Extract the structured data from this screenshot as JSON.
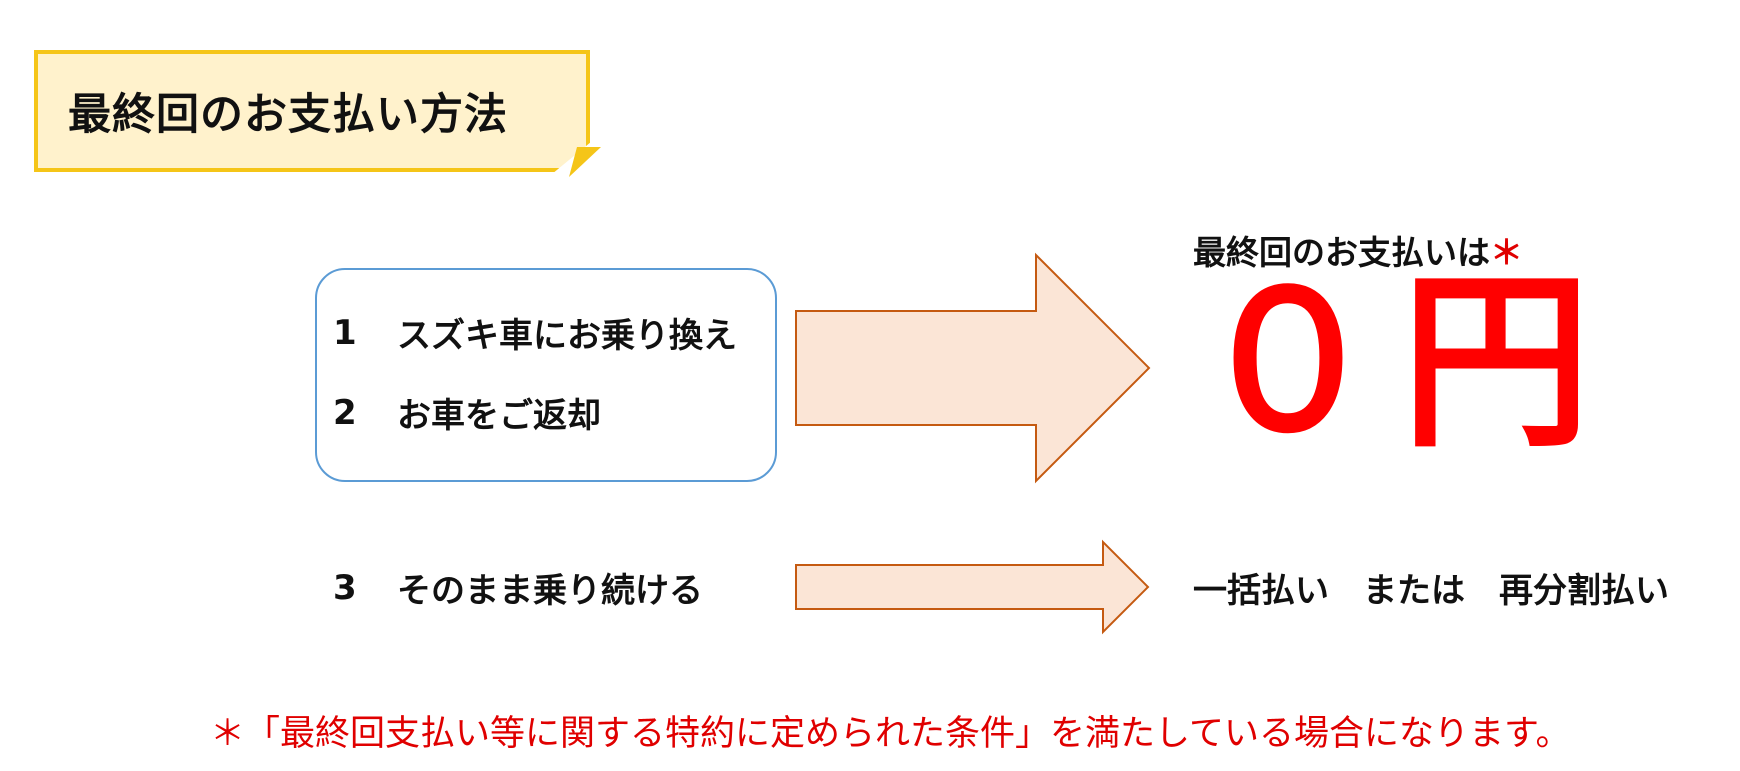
{
  "title": "最終回のお支払い方法",
  "options": [
    {
      "number": "1",
      "label": "スズキ車にお乗り換え"
    },
    {
      "number": "2",
      "label": "お車をご返却"
    },
    {
      "number": "3",
      "label": "そのまま乗り続ける"
    }
  ],
  "result_main": {
    "caption": "最終回のお支払いは",
    "asterisk": "＊",
    "amount": "０円"
  },
  "result_option3": "一括払い　または　再分割払い",
  "footnote": "＊「最終回支払い等に関する特約に定められた条件」を満たしている場合になります。",
  "colors": {
    "title_fill": "#FFF2CC",
    "title_border": "#F5C518",
    "options_border": "#5B9BD5",
    "arrow_fill": "#FBE5D6",
    "arrow_stroke": "#C55A11",
    "highlight": "#FF0000"
  }
}
